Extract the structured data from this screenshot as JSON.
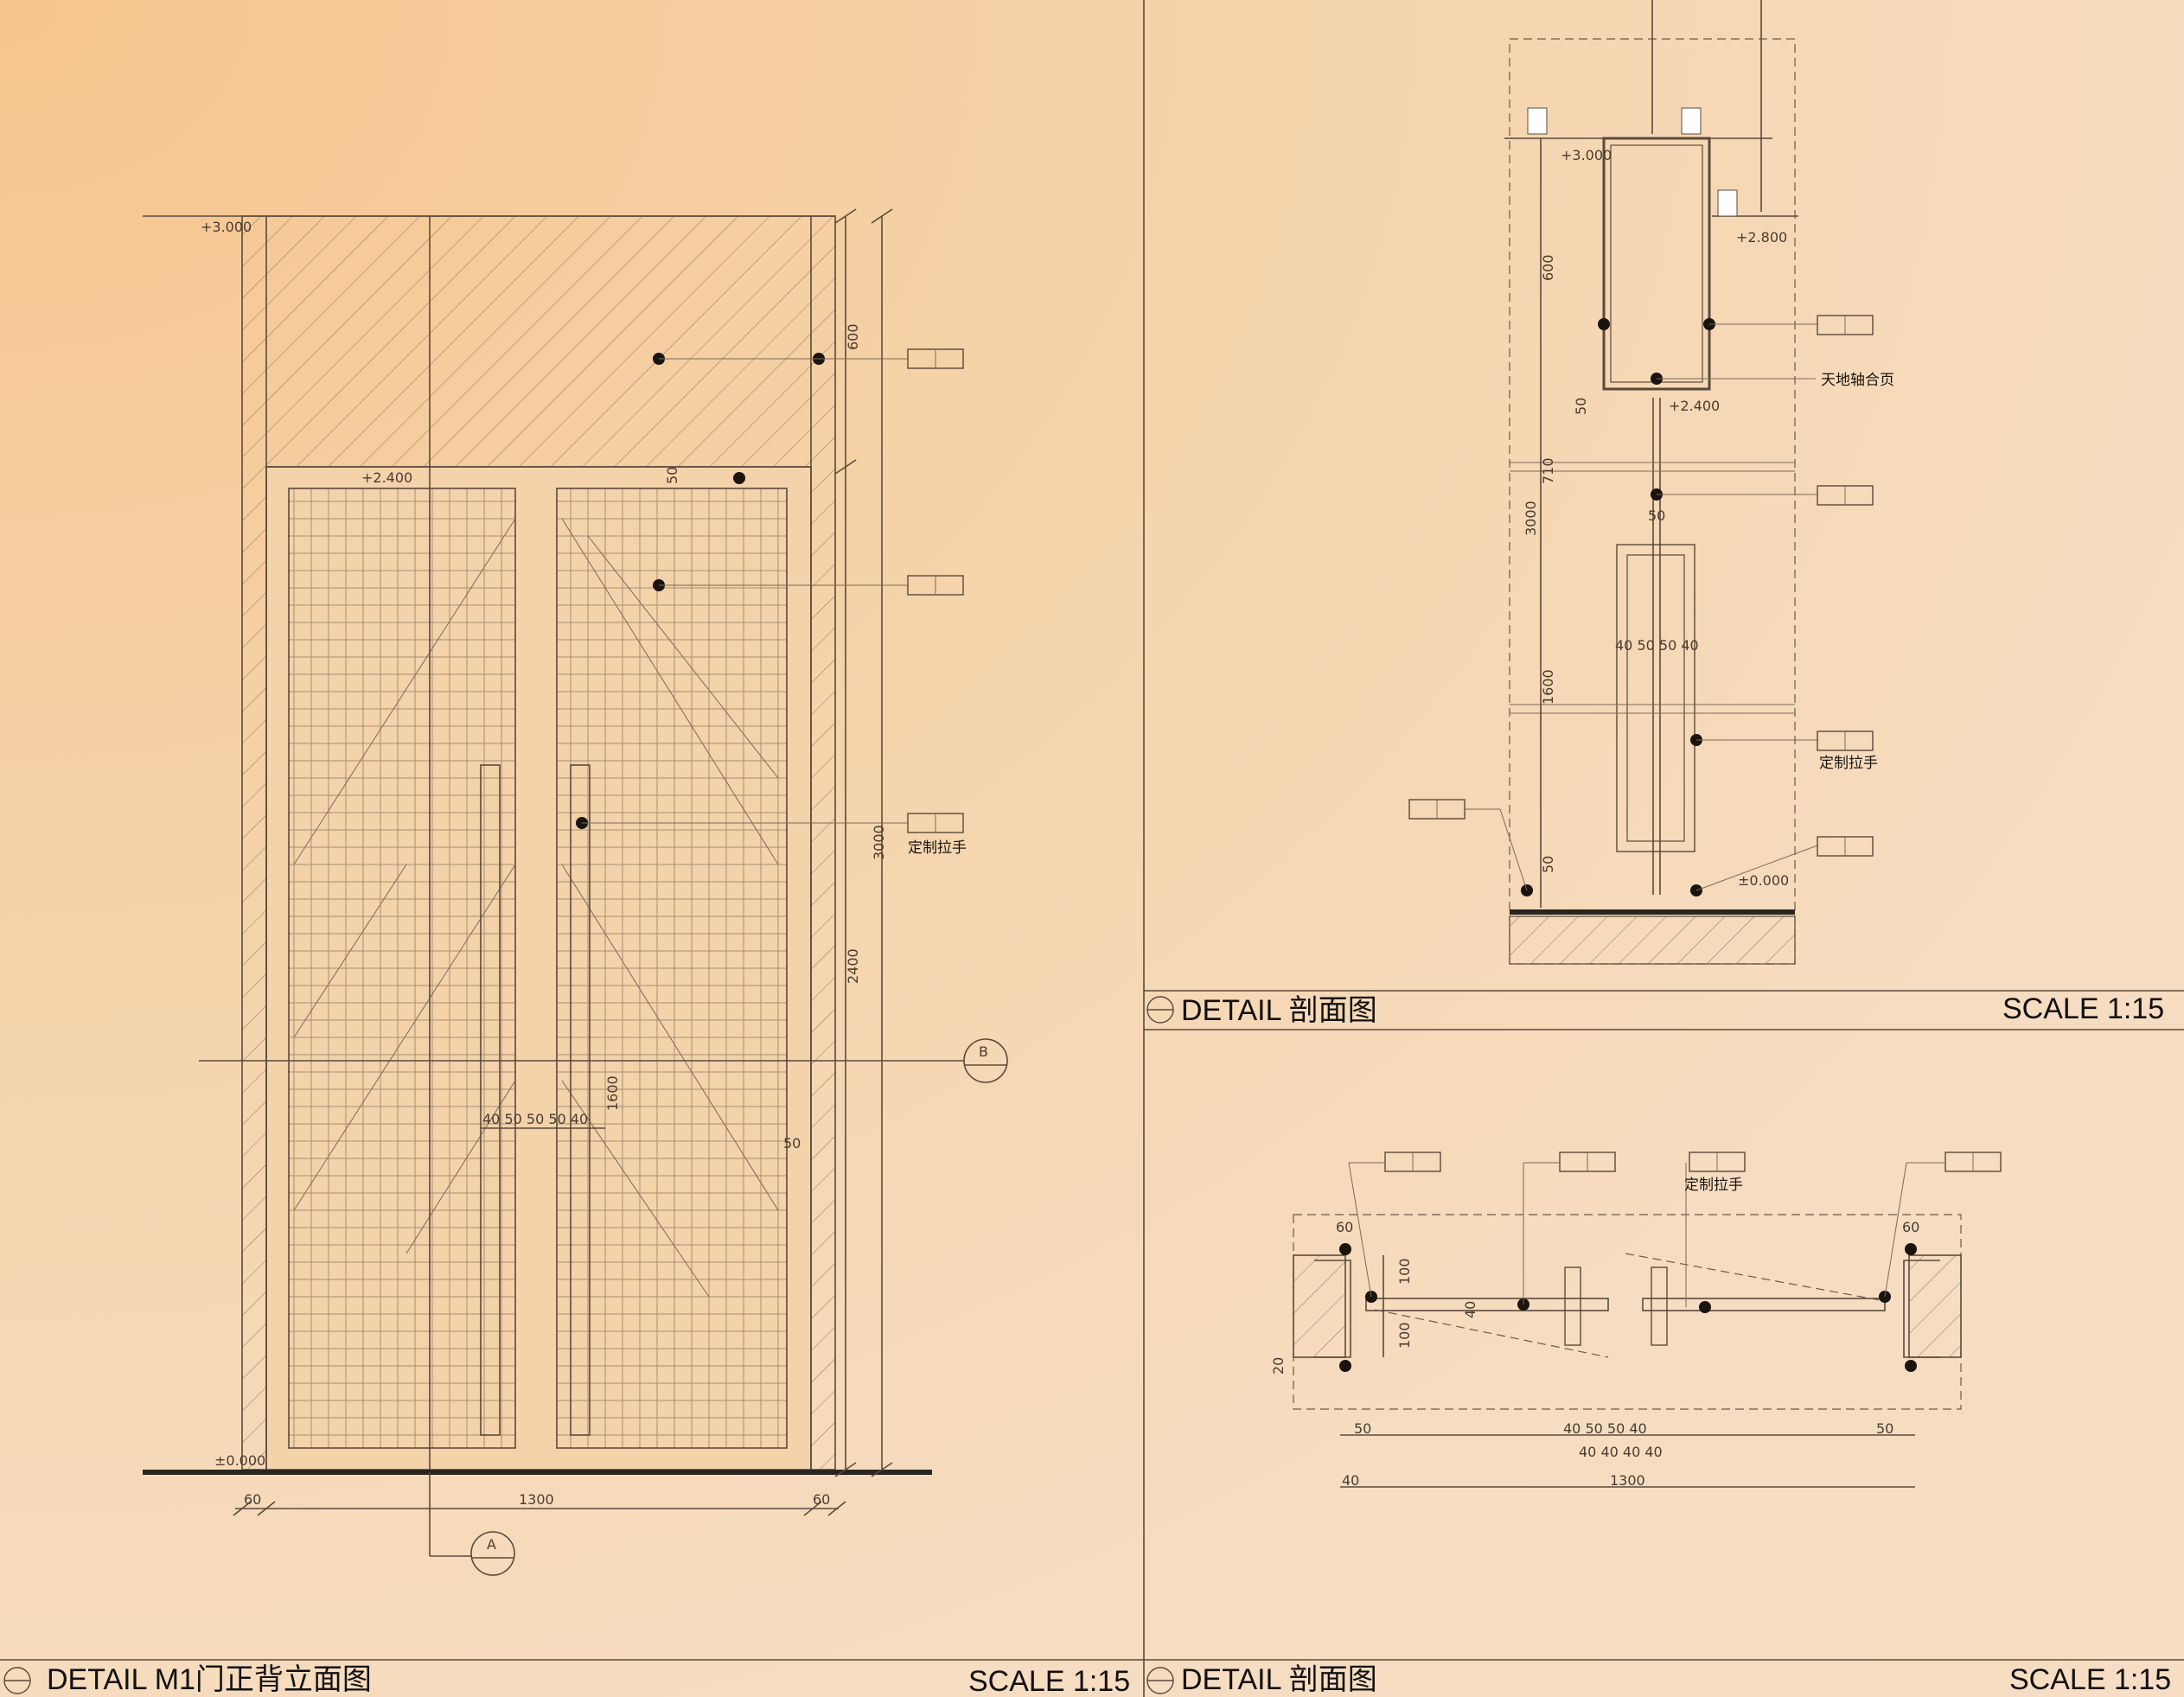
{
  "panels": {
    "elevation": {
      "title": "DETAIL M1门正背立面图",
      "scale": "SCALE 1:15"
    },
    "section_v": {
      "title": "DETAIL 剖面图",
      "scale": "SCALE 1:15"
    },
    "section_h": {
      "title": "DETAIL 剖面图",
      "scale": "SCALE 1:15"
    }
  },
  "elevation": {
    "levels": {
      "top": "+3.000",
      "door_head": "+2.400",
      "floor": "±0.000"
    },
    "dims": {
      "upper": "600",
      "overall": "3000",
      "lower": "2400",
      "handle": "1600",
      "gap": "50",
      "side": "50",
      "width": "1300",
      "left_frame": "60",
      "right_frame": "60",
      "handle_row": "40 50 50 50 40"
    },
    "callouts": {
      "handle": "定制拉手"
    },
    "section_marks": {
      "a": "A",
      "b": "B"
    }
  },
  "section_v": {
    "levels": {
      "ceiling": "+3.000",
      "sub_ceiling": "+2.800",
      "head": "+2.400",
      "floor": "±0.000"
    },
    "dims": {
      "a": "600",
      "b": "50",
      "c": "710",
      "d": "3000",
      "e": "1600",
      "f": "50",
      "g": "50",
      "handle_row": "40 50 50 40"
    },
    "callouts": {
      "hinge": "天地轴合页",
      "handle": "定制拉手"
    }
  },
  "section_h": {
    "dims": {
      "left_60": "60",
      "right_60": "60",
      "left_50": "50",
      "right_50": "50",
      "width": "1300",
      "mid_row": "40 50 50 40",
      "mid_row2": "40 40 40 40",
      "thick_100a": "100",
      "thick_100b": "100",
      "t20": "20",
      "t40": "40",
      "t40b": "40"
    },
    "callouts": {
      "handle": "定制拉手"
    }
  }
}
